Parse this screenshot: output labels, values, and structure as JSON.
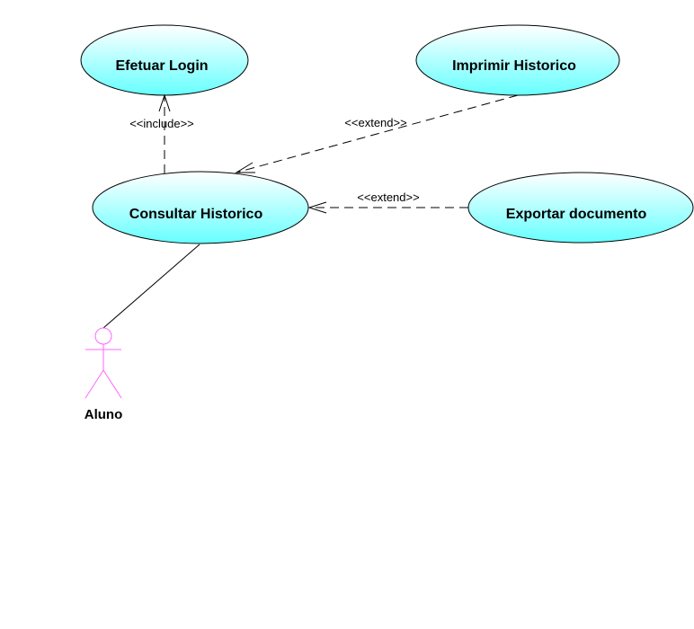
{
  "colors": {
    "use_case_fill_top": "#ffffff",
    "use_case_fill_bottom": "#66ffff",
    "use_case_stroke": "#000000",
    "actor_stroke": "#ff66ff",
    "line_stroke": "#000000"
  },
  "use_cases": {
    "efetuar_login": "Efetuar Login",
    "imprimir_historico": "Imprimir Historico",
    "consultar_historico": "Consultar Historico",
    "exportar_documento": "Exportar documento"
  },
  "relations": {
    "include_label": "<<include>>",
    "extend_print_label": "<<extend>>",
    "extend_export_label": "<<extend>>"
  },
  "actor": {
    "name": "Aluno"
  }
}
